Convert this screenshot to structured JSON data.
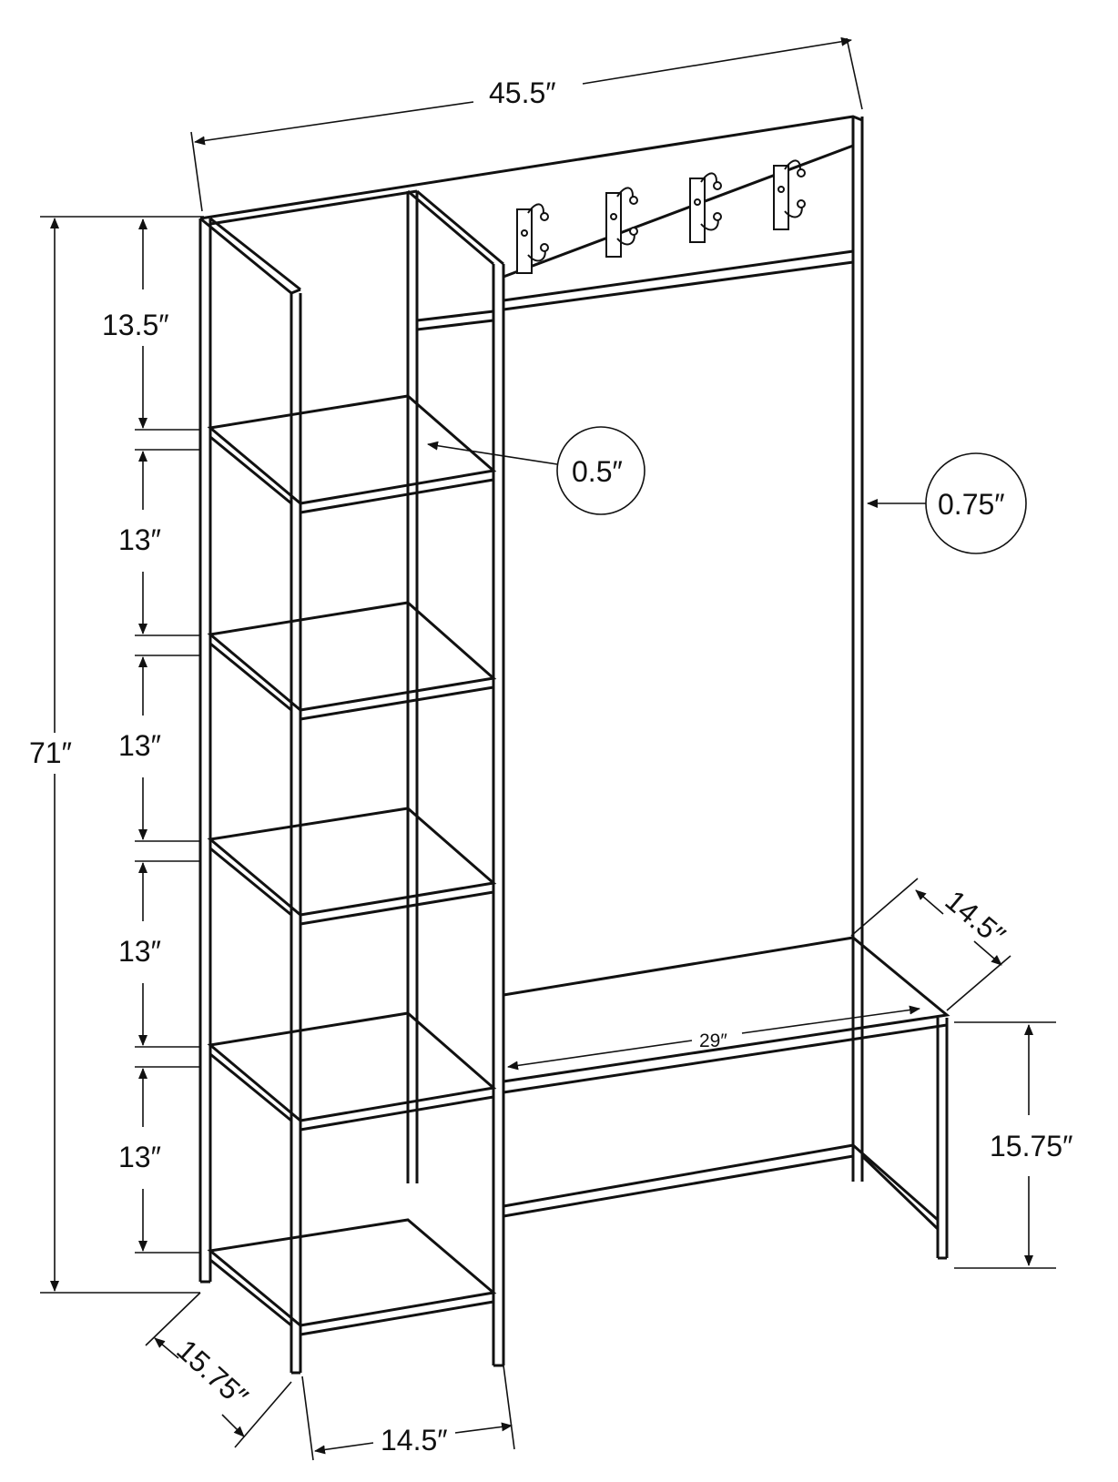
{
  "dimensions": {
    "overall_width": "45.5″",
    "overall_height": "71″",
    "shelf_top_spacing": "13.5″",
    "shelf_spacing_1": "13″",
    "shelf_spacing_2": "13″",
    "shelf_spacing_3": "13″",
    "shelf_spacing_4": "13″",
    "shelf_thickness": "0.5″",
    "frame_tube": "0.75″",
    "bench_depth": "14.5″",
    "bench_width": "29″",
    "bench_height": "15.75″",
    "base_depth": "15.75″",
    "shelf_width": "14.5″"
  },
  "hooks": {
    "count": 4
  },
  "colors": {
    "line": "#111111",
    "background": "#ffffff"
  }
}
